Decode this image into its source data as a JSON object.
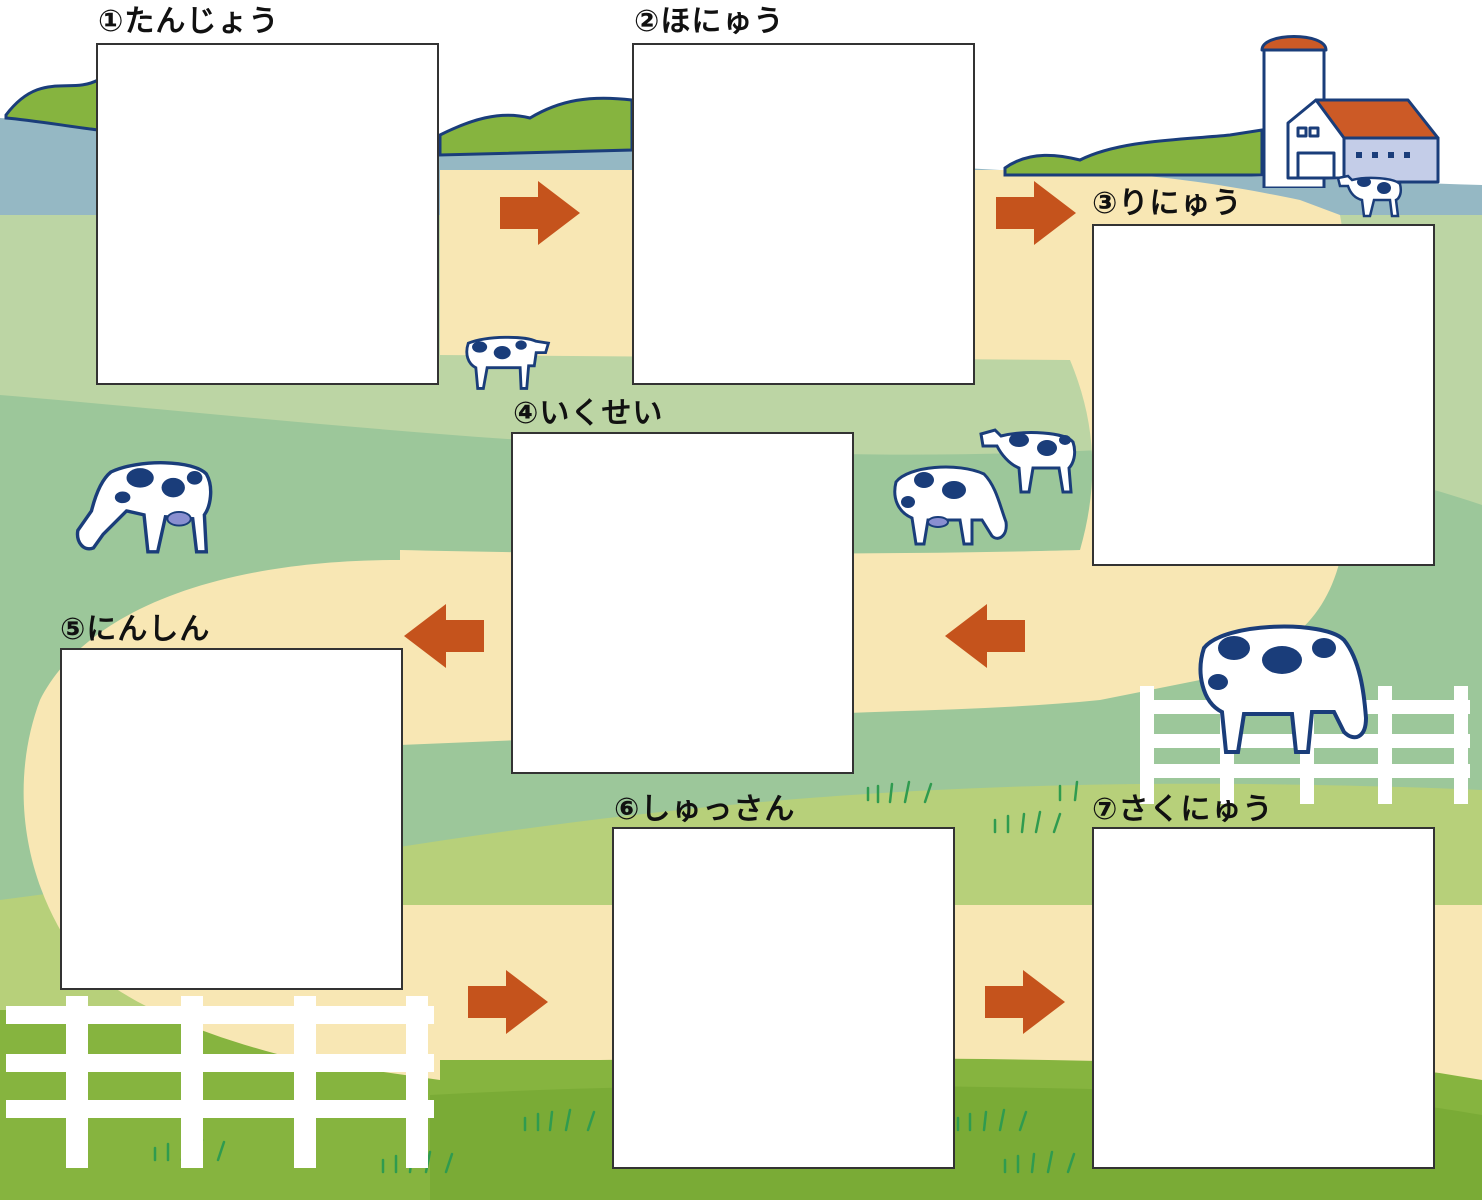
{
  "steps": [
    {
      "label": "①たんじょう"
    },
    {
      "label": "②ほにゅう"
    },
    {
      "label": "③りにゅう"
    },
    {
      "label": "④いくせい"
    },
    {
      "label": "⑤にんしん"
    },
    {
      "label": "⑥しゅっさん"
    },
    {
      "label": "⑦さくにゅう"
    }
  ],
  "flow": [
    {
      "from": 1,
      "to": 2,
      "direction": "right"
    },
    {
      "from": 2,
      "to": 3,
      "direction": "right"
    },
    {
      "from": 3,
      "to": 4,
      "direction": "left"
    },
    {
      "from": 4,
      "to": 5,
      "direction": "left"
    },
    {
      "from": 5,
      "to": 6,
      "direction": "right"
    },
    {
      "from": 6,
      "to": 7,
      "direction": "right"
    }
  ],
  "icons": {
    "arrow": "arrow-icon",
    "cow": "cow-icon",
    "barn": "barn-icon",
    "silo": "silo-icon",
    "fence": "fence-icon"
  },
  "colors": {
    "arrow": "#c5531c",
    "path": "#f8e7b4",
    "meadow_light": "#bcd5a4",
    "meadow_mid": "#9cc79a",
    "grass": "#86b43f",
    "grass_light": "#b7d07a",
    "water": "#95b8c4",
    "trees": "#86b43f",
    "outline": "#1a3d7a",
    "barn_roof": "#cc5a26",
    "cow_spot": "#1a3d7a"
  }
}
